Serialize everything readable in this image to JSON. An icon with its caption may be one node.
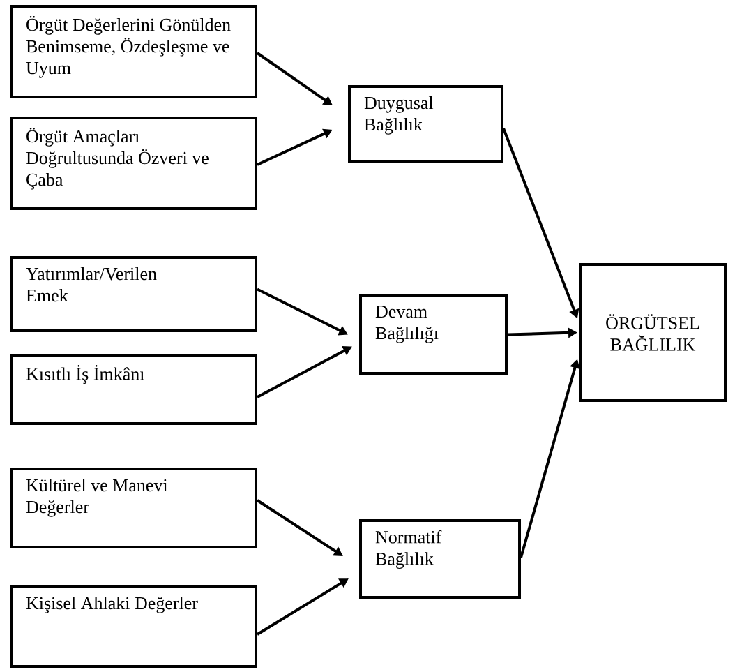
{
  "diagram": {
    "nodes": [
      {
        "text": [
          "Örgüt Değerlerini Gönülden Benimseme, Özdeşleşme ve Uyum"
        ]
      },
      {
        "text": [
          "Örgüt Amaçları Doğrultusunda Özveri ve Çaba"
        ]
      },
      {
        "text": [
          "Duygusal Bağlılık"
        ]
      },
      {
        "text": [
          "Yatırımlar/Verilen Emek"
        ]
      },
      {
        "text": [
          "Kısıtlı İş İmkânı"
        ]
      },
      {
        "text": [
          "Devam Bağlılığı"
        ]
      },
      {
        "text": [
          "ÖRGÜTSEL BAĞLILIK"
        ]
      },
      {
        "text": [
          "Kültürel ve Manevi Değerler"
        ]
      },
      {
        "text": [
          "Kişisel Ahlaki Değerler"
        ]
      },
      {
        "text": [
          "Normatif Bağlılık"
        ]
      }
    ],
    "edges": [
      {
        "from": 0,
        "to": 2,
        "arrow": "to"
      },
      {
        "from": 1,
        "to": 2,
        "arrow": "to"
      },
      {
        "from": 2,
        "to": 6,
        "arrow": "to"
      },
      {
        "from": 3,
        "to": 5,
        "arrow": "to"
      },
      {
        "from": 4,
        "to": 5,
        "arrow": "to"
      },
      {
        "from": 5,
        "to": 6,
        "arrow": "to"
      },
      {
        "from": 7,
        "to": 9,
        "arrow": "to"
      },
      {
        "from": 8,
        "to": 9,
        "arrow": "to"
      },
      {
        "from": 9,
        "to": 6,
        "arrow": "to"
      }
    ]
  }
}
